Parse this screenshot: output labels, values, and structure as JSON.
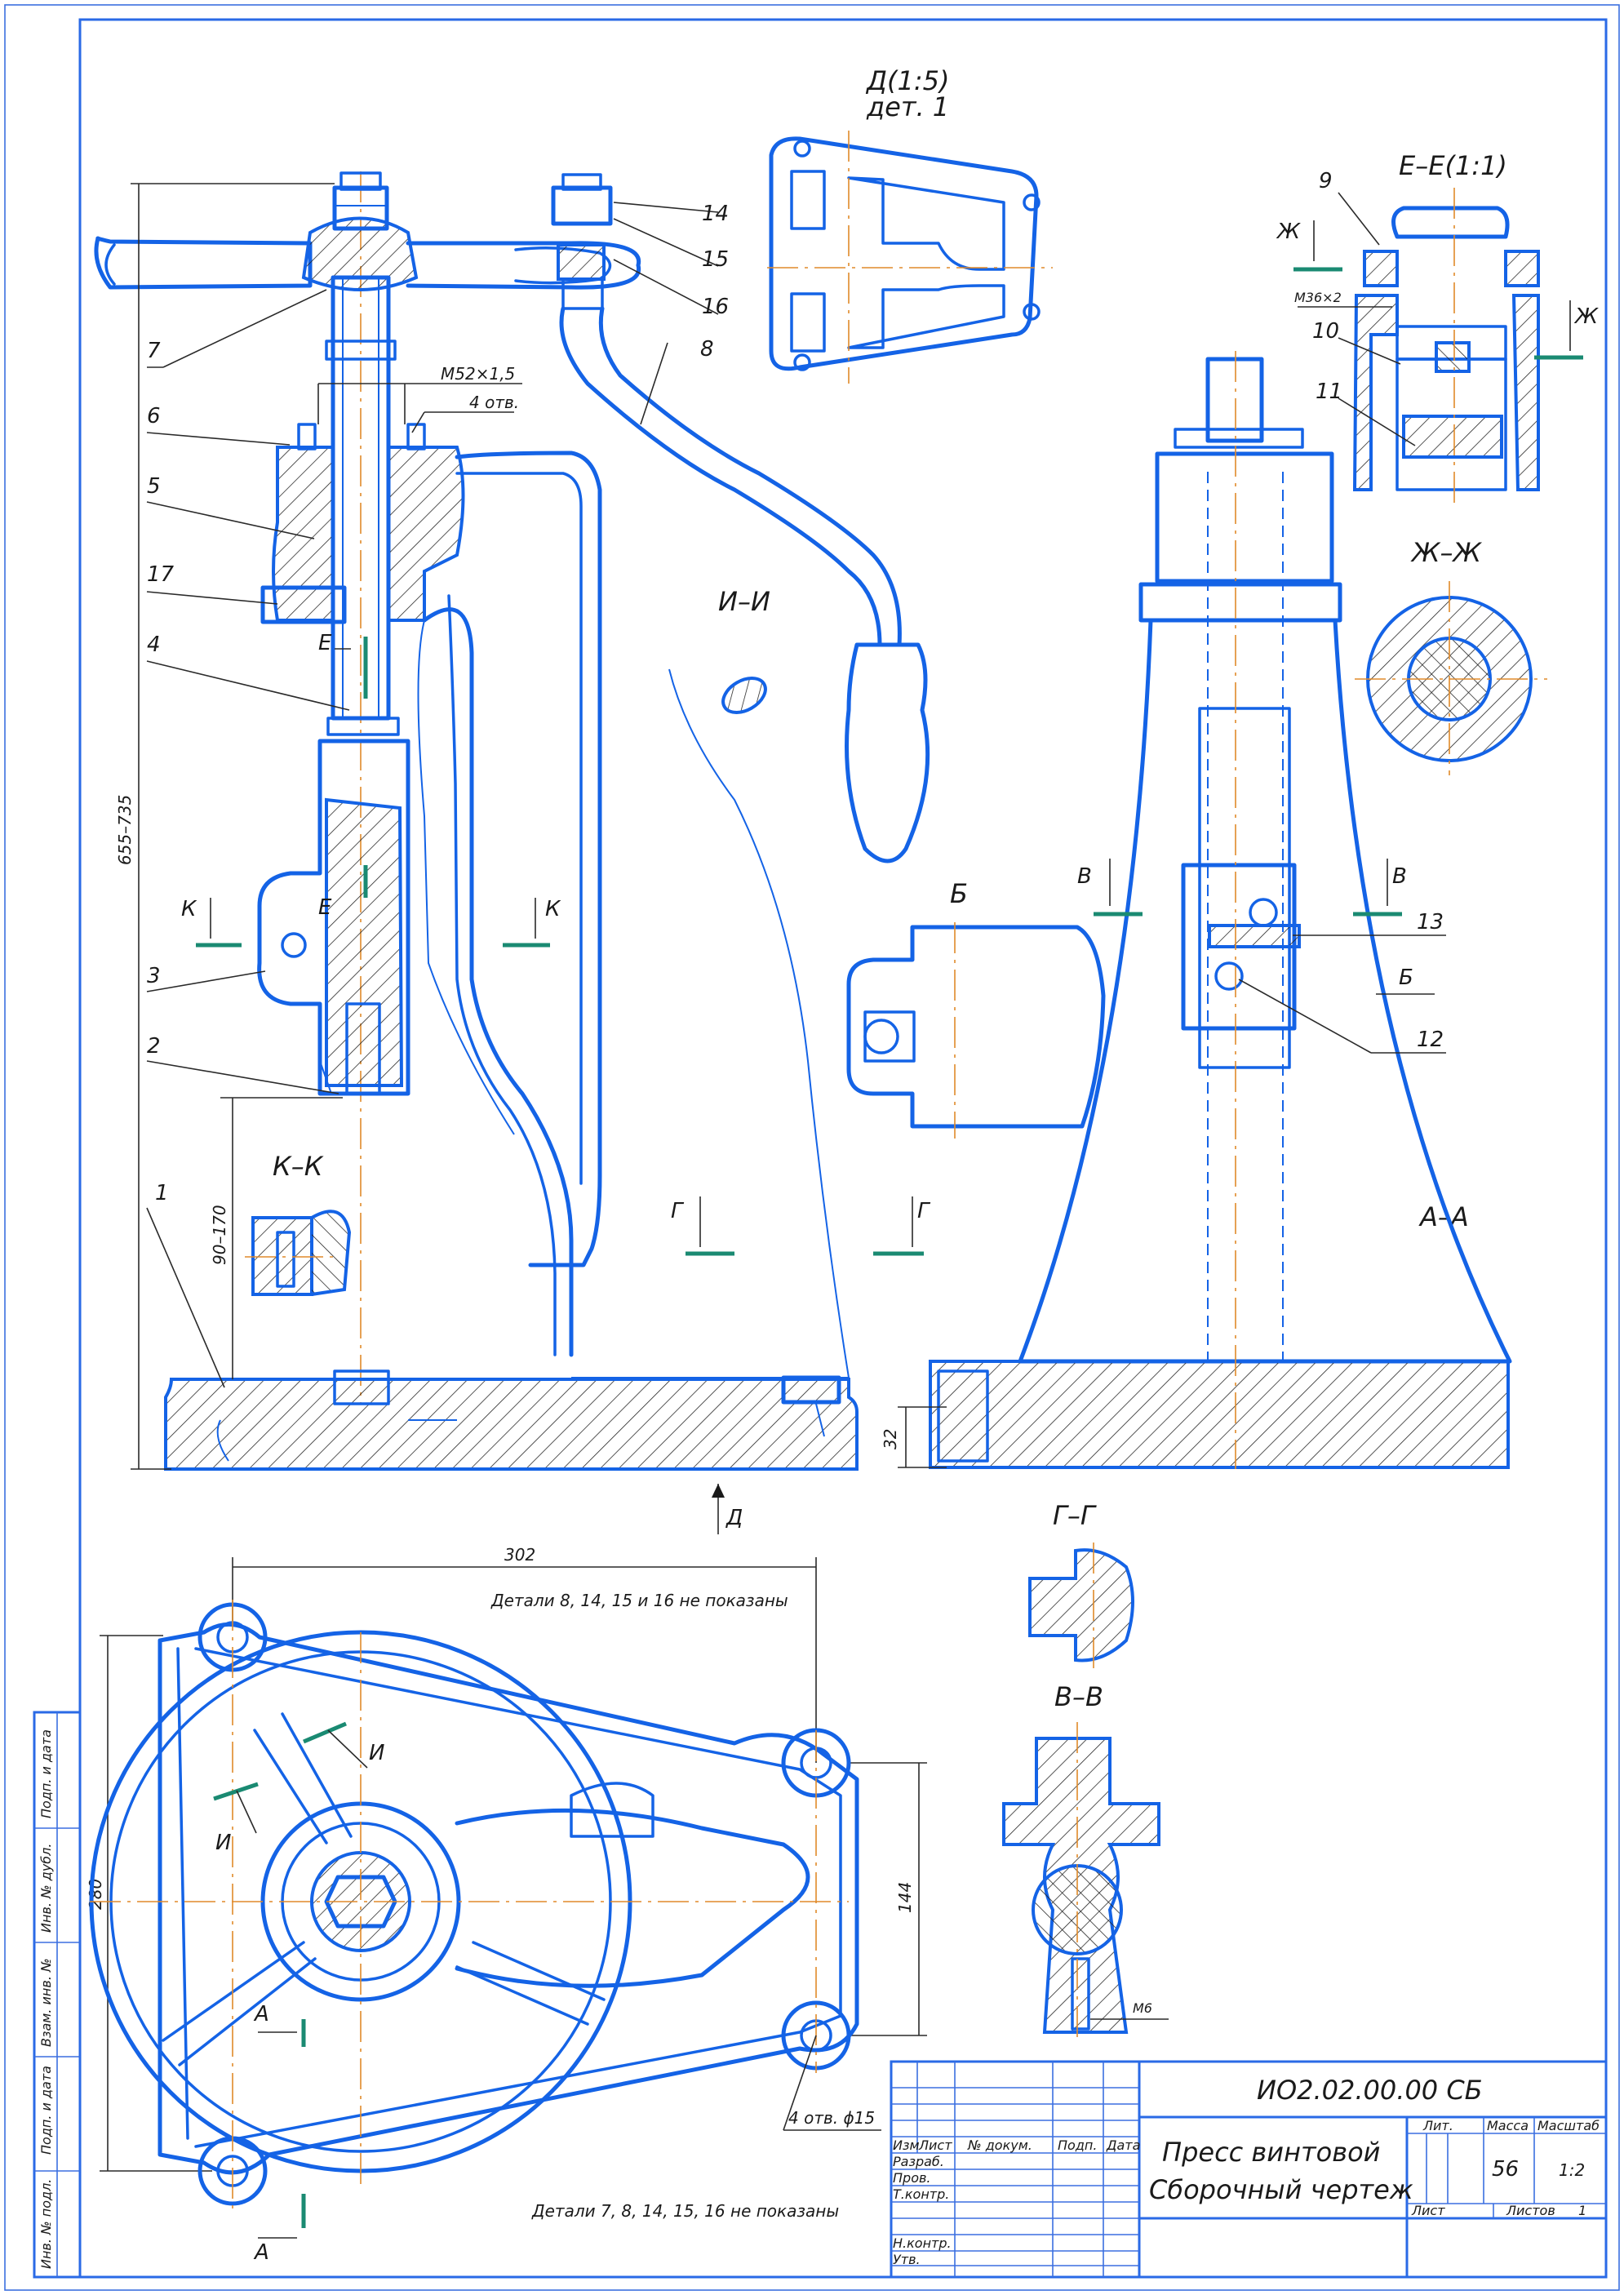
{
  "views": {
    "view_d": {
      "title": "Д(1:5)",
      "subtitle": "дет. 1"
    },
    "view_e": {
      "title": "Е–Е(1:1)"
    },
    "view_zh": {
      "title": "Ж–Ж"
    },
    "view_i": {
      "title": "И–И"
    },
    "view_b": {
      "title": "Б"
    },
    "view_k": {
      "title": "К–К"
    },
    "view_a": {
      "title": "А–А"
    },
    "view_g": {
      "title": "Г–Г"
    },
    "view_v": {
      "title": "В–В"
    }
  },
  "positions": [
    "1",
    "2",
    "3",
    "4",
    "5",
    "6",
    "7",
    "8",
    "9",
    "10",
    "11",
    "12",
    "13",
    "14",
    "15",
    "16",
    "17"
  ],
  "section_letters": {
    "a": "А",
    "b": "Б",
    "v": "В",
    "g": "Г",
    "d": "Д",
    "e": "Е",
    "zh": "Ж",
    "i": "И",
    "k": "К"
  },
  "dimensions": {
    "thread_main": "M52×1,5",
    "holes_4": "4 отв.",
    "height_total": "655–735",
    "height_adj": "90–170",
    "base_height": "32",
    "thread_e": "M36×2",
    "width_302": "302",
    "dim_144": "144",
    "dim_280": "280",
    "holes_base": "4 отв. ϕ15",
    "thread_m6": "M6"
  },
  "notes": {
    "top_note": "Детали 8, 14, 15 и 16 не показаны",
    "bottom_note": "Детали 7, 8, 14, 15, 16 не показаны"
  },
  "side_stamp": [
    "Инв. № подл.",
    "Подп. и дата",
    "Взам. инв. №",
    "Инв. № дубл.",
    "Подп. и дата"
  ],
  "title_block": {
    "doc_code": "ИО2.02.00.00 СБ",
    "name_line1": "Пресс винтовой",
    "name_line2": "Сборочный чертеж",
    "header": [
      "Изм",
      "Лист",
      "№ докум.",
      "Подп.",
      "Дата"
    ],
    "rows": [
      "Разраб.",
      "Пров.",
      "Т.контр.",
      "Н.контр.",
      "Утв."
    ],
    "lit_label": "Лит.",
    "mass_label": "Масса",
    "scale_label": "Масштаб",
    "mass": "56",
    "scale": "1:2",
    "sheet_label": "Лист",
    "sheets_label": "Листов",
    "sheets": "1"
  }
}
